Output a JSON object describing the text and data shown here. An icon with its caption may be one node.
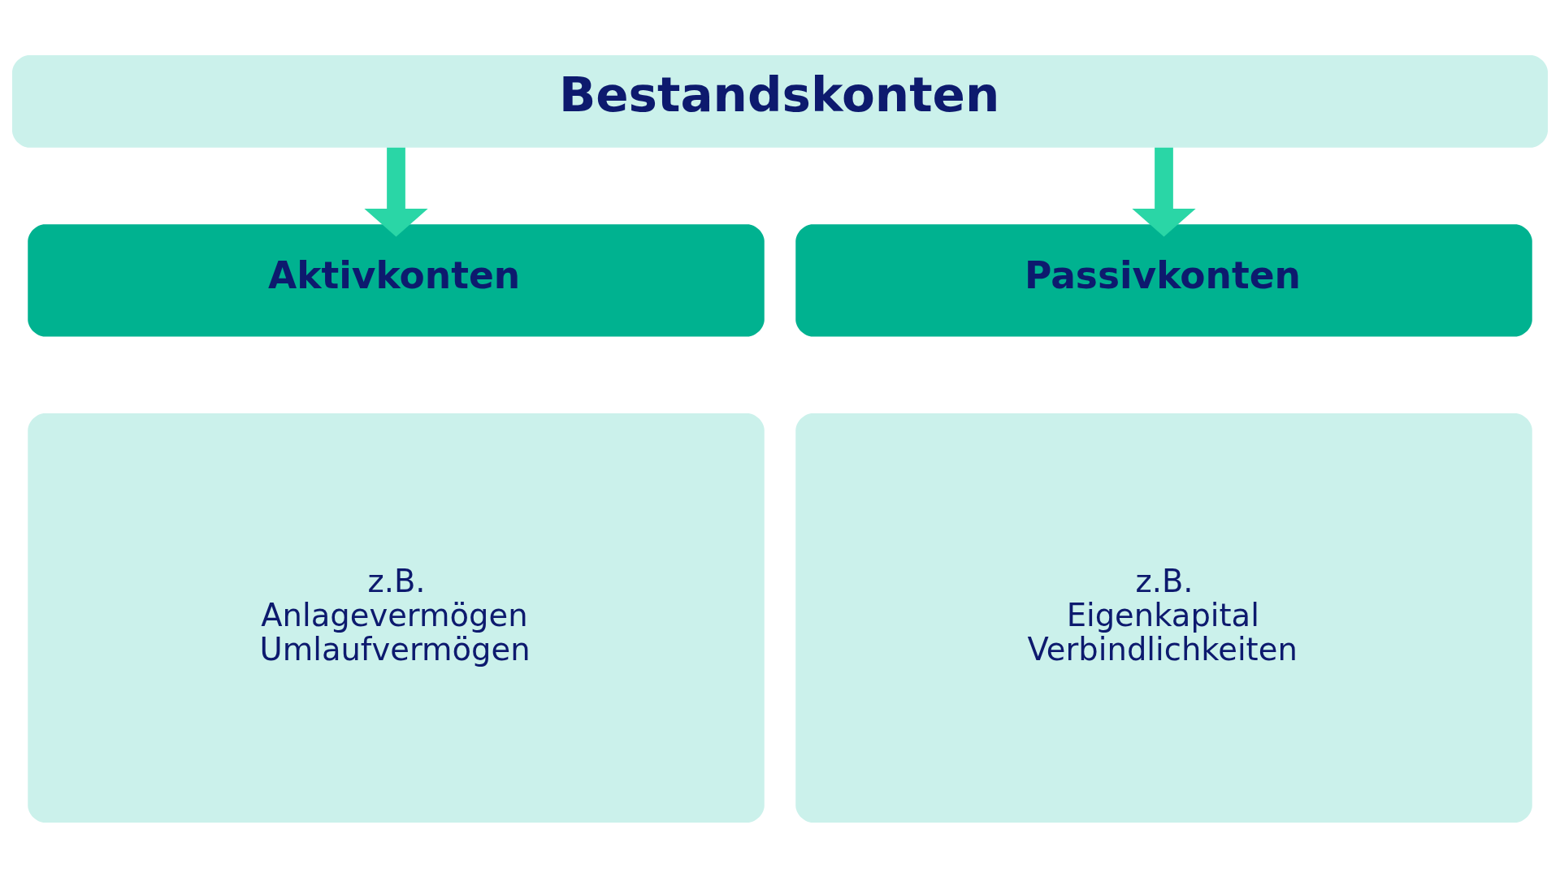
{
  "diagram": {
    "nodes": [
      {
        "text": [
          "Bestandskonten"
        ]
      },
      {
        "text": [
          "Aktivkonten"
        ]
      },
      {
        "text": [
          "Passivkonten"
        ]
      },
      {
        "text": [
          "z.B.",
          "Anlagevermögen",
          "Umlaufvermögen"
        ]
      },
      {
        "text": [
          "z.B.",
          "Eigenkapital",
          "Verbindlichkeiten"
        ]
      }
    ],
    "edges": [
      {
        "from": 0,
        "to": 1,
        "arrow": "to"
      },
      {
        "from": 0,
        "to": 2,
        "arrow": "to"
      }
    ]
  }
}
